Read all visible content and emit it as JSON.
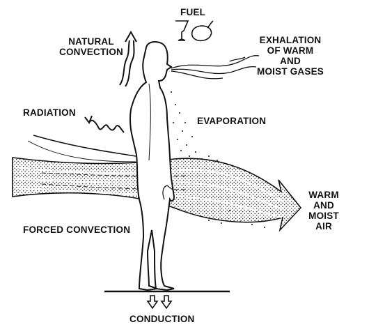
{
  "labels": {
    "fuel": "FUEL",
    "natural_convection": [
      "NATURAL",
      "CONVECTION"
    ],
    "exhalation": [
      "EXHALATION",
      "OF WARM",
      "AND",
      "MOIST GASES"
    ],
    "radiation": "RADIATION",
    "evaporation": "EVAPORATION",
    "forced_convection": "FORCED CONVECTION",
    "warm_moist_air": [
      "WARM",
      "AND",
      "MOIST",
      "AIR"
    ],
    "conduction": "CONDUCTION"
  },
  "icons": {
    "fuel": "wine-glass-and-roast-chicken-icon",
    "natural_convection": "upward-wavy-arrow-icon",
    "radiation": "squiggle-arrow-icon",
    "forced_convection": "dotted-airflow-arrow-icon",
    "conduction": "double-down-arrow-icon"
  },
  "colors": {
    "ink": "#111111",
    "background": "#ffffff"
  }
}
